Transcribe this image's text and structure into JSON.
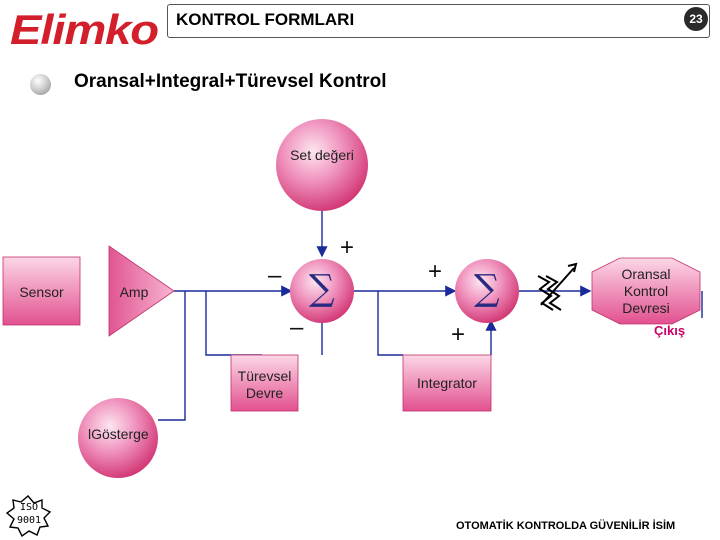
{
  "brand": {
    "logo_text": "Elimko"
  },
  "header": {
    "title": "KONTROL FORMLARI",
    "page_number": "23"
  },
  "section": {
    "title": "Oransal+Integral+Türevsel Kontrol"
  },
  "diagram": {
    "setpoint_label": "Set değeri",
    "sensor_label": "Sensor",
    "amp_label": "Amp",
    "sum_symbol": "∑",
    "plus_sign": "+",
    "minus_sign": "–",
    "derivative_label": "Türevsel Devre",
    "integrator_label": "Integrator",
    "proportional_label": "Oransal Kontrol Devresi",
    "output_label": "Çıkış",
    "indicator_label": "lGösterge"
  },
  "iso_badge": {
    "line1": "ISO",
    "line2": "9001"
  },
  "footer": {
    "text": "OTOMATİK KONTROLDA GÜVENİLİR İSİM"
  },
  "colors": {
    "brand_red": "#d21f2b",
    "block_pink": "#e0468a",
    "block_light": "#f7b3d2",
    "accent_magenta": "#cc0066",
    "wire_blue": "#1a2a9a"
  }
}
